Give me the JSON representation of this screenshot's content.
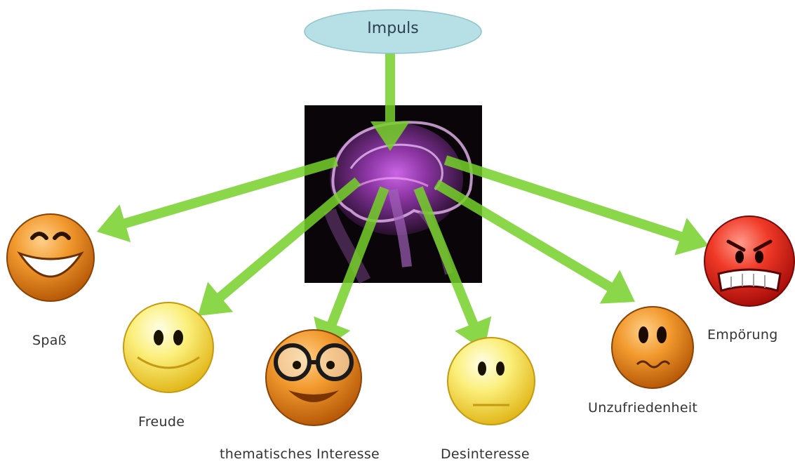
{
  "impulse": {
    "label": "Impuls"
  },
  "outcomes": [
    {
      "id": "spass",
      "label": "Spaß",
      "face": "grinning-face-icon"
    },
    {
      "id": "freude",
      "label": "Freude",
      "face": "smiling-face-icon"
    },
    {
      "id": "interesse",
      "label": "thematisches Interesse",
      "face": "nerd-face-with-glasses-icon"
    },
    {
      "id": "desinteresse",
      "label": "Desinteresse",
      "face": "neutral-face-icon"
    },
    {
      "id": "unzufriedenheit",
      "label": "Unzufriedenheit",
      "face": "worried-face-icon"
    },
    {
      "id": "empoerung",
      "label": "Empörung",
      "face": "angry-face-icon"
    }
  ],
  "colors": {
    "arrow": "#76d12a",
    "impulse_fill": "#b7e0e6",
    "brain_bg": "#0a0508",
    "brain_glow": "#c04bd8",
    "orange_face": "#e87e18",
    "yellow_face": "#f7e04a",
    "red_face": "#e0201a"
  }
}
